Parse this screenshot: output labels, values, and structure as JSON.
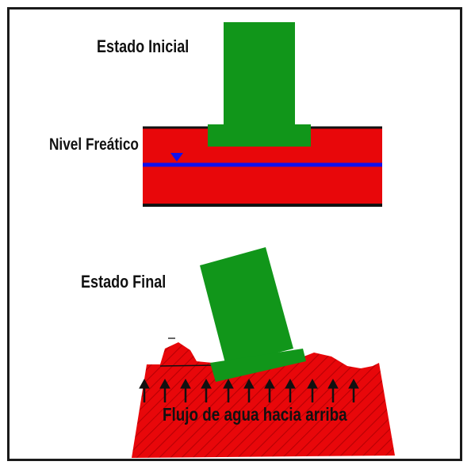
{
  "labels": {
    "initial_state": "Estado Inicial",
    "water_table": "Nivel Freático",
    "final_state": "Estado Final",
    "upward_flow": "Flujo de agua hacia arriba"
  },
  "colors": {
    "soil": "#e8070a",
    "foundation": "#11961a",
    "water_line": "#1010ee",
    "outline": "#111111"
  }
}
